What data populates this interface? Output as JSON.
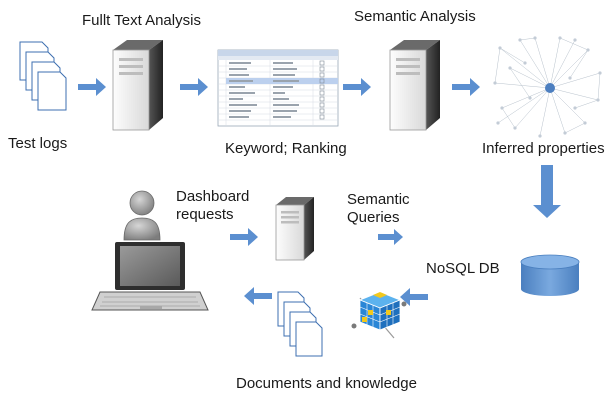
{
  "labels": {
    "full_text_analysis": "Fullt Text Analysis",
    "semantic_analysis": "Semantic Analysis",
    "test_logs": "Test logs",
    "keyword_ranking": "Keyword; Ranking",
    "inferred_properties": "Inferred properties",
    "dashboard_requests_line1": "Dashboard",
    "dashboard_requests_line2": "requests",
    "semantic_queries_line1": "Semantic",
    "semantic_queries_line2": "Queries",
    "nosql_db": "NoSQL DB",
    "documents_and_knowledge": "Documents and knowledge"
  },
  "colors": {
    "arrow": "#5b8fd0",
    "server_body": "#3a3a3a",
    "server_front": "#f4f4f4",
    "database": "#5a8fce",
    "person": "#8c8c8c",
    "screen": "#7a7a7a"
  },
  "icons": [
    "document-stack-icon",
    "server-icon",
    "keyword-table-icon",
    "network-graph-icon",
    "user-icon",
    "laptop-icon",
    "database-icon",
    "cube-icon"
  ]
}
